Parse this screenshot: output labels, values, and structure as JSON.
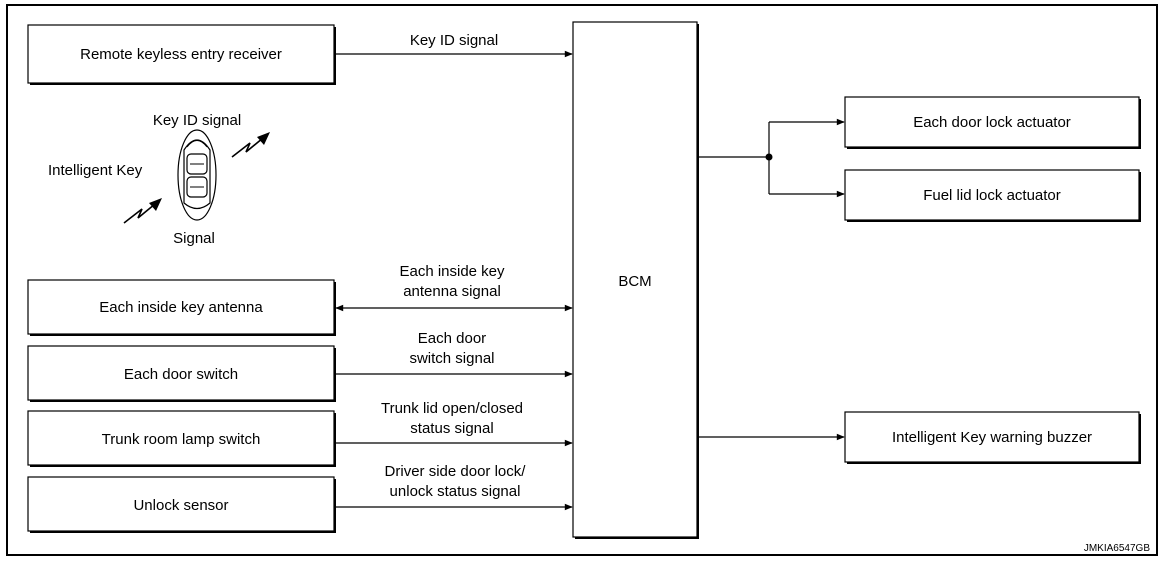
{
  "diagram": {
    "blocks": {
      "remote_keyless_entry_receiver": "Remote keyless entry receiver",
      "each_inside_key_antenna": "Each inside key antenna",
      "each_door_switch": "Each door switch",
      "trunk_room_lamp_switch": "Trunk room lamp switch",
      "unlock_sensor": "Unlock sensor",
      "bcm": "BCM",
      "each_door_lock_actuator": "Each door lock actuator",
      "fuel_lid_lock_actuator": "Fuel lid lock actuator",
      "intelligent_key_warning_buzzer": "Intelligent Key warning buzzer"
    },
    "signals": {
      "key_id_signal_receiver": "Key ID signal",
      "inside_key_antenna_line1": "Each inside key",
      "inside_key_antenna_line2": "antenna signal",
      "door_switch_line1": "Each door",
      "door_switch_line2": "switch signal",
      "trunk_line1": "Trunk lid open/closed",
      "trunk_line2": "status signal",
      "unlock_line1": "Driver side door lock/",
      "unlock_line2": "unlock status signal"
    },
    "intelligent_key": {
      "key_id_signal": "Key ID signal",
      "label": "Intelligent Key",
      "signal": "Signal"
    },
    "figure_code": "JMKIA6547GB"
  }
}
